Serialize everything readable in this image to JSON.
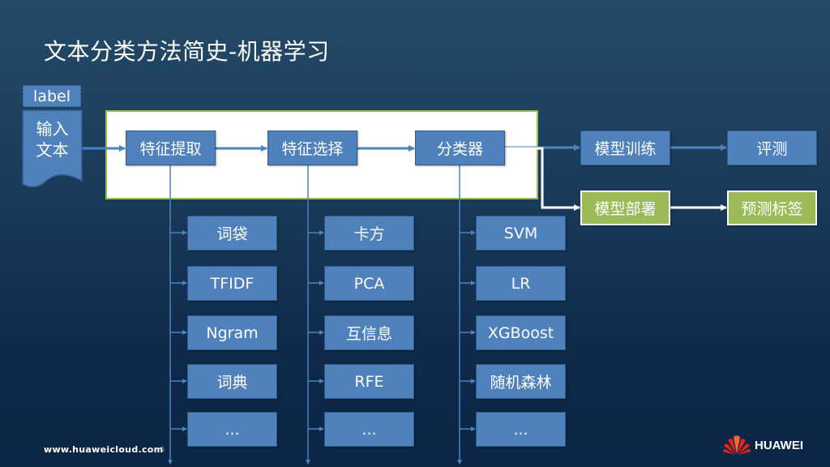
{
  "title": "文本分类方法简史-机器学习",
  "input": {
    "label_tag": "label",
    "doc_text_line1": "输入",
    "doc_text_line2": "文本"
  },
  "pipeline": {
    "feature_extraction": "特征提取",
    "feature_selection": "特征选择",
    "classifier": "分类器",
    "model_training": "模型训练",
    "evaluation": "评测",
    "model_deployment": "模型部署",
    "predict_label": "预测标签"
  },
  "feature_extraction_methods": [
    "词袋",
    "TFIDF",
    "Ngram",
    "词典",
    "..."
  ],
  "feature_selection_methods": [
    "卡方",
    "PCA",
    "互信息",
    "RFE",
    "..."
  ],
  "classifier_methods": [
    "SVM",
    "LR",
    "XGBoost",
    "随机森林",
    "..."
  ],
  "colors": {
    "box_blue": "#4f81bd",
    "box_green": "#9bbb59",
    "panel_border": "#9bbb59",
    "background": "#1b3d5c"
  },
  "footer": {
    "url": "www.huaweicloud.com",
    "page_number": "5",
    "brand": "HUAWEI"
  }
}
